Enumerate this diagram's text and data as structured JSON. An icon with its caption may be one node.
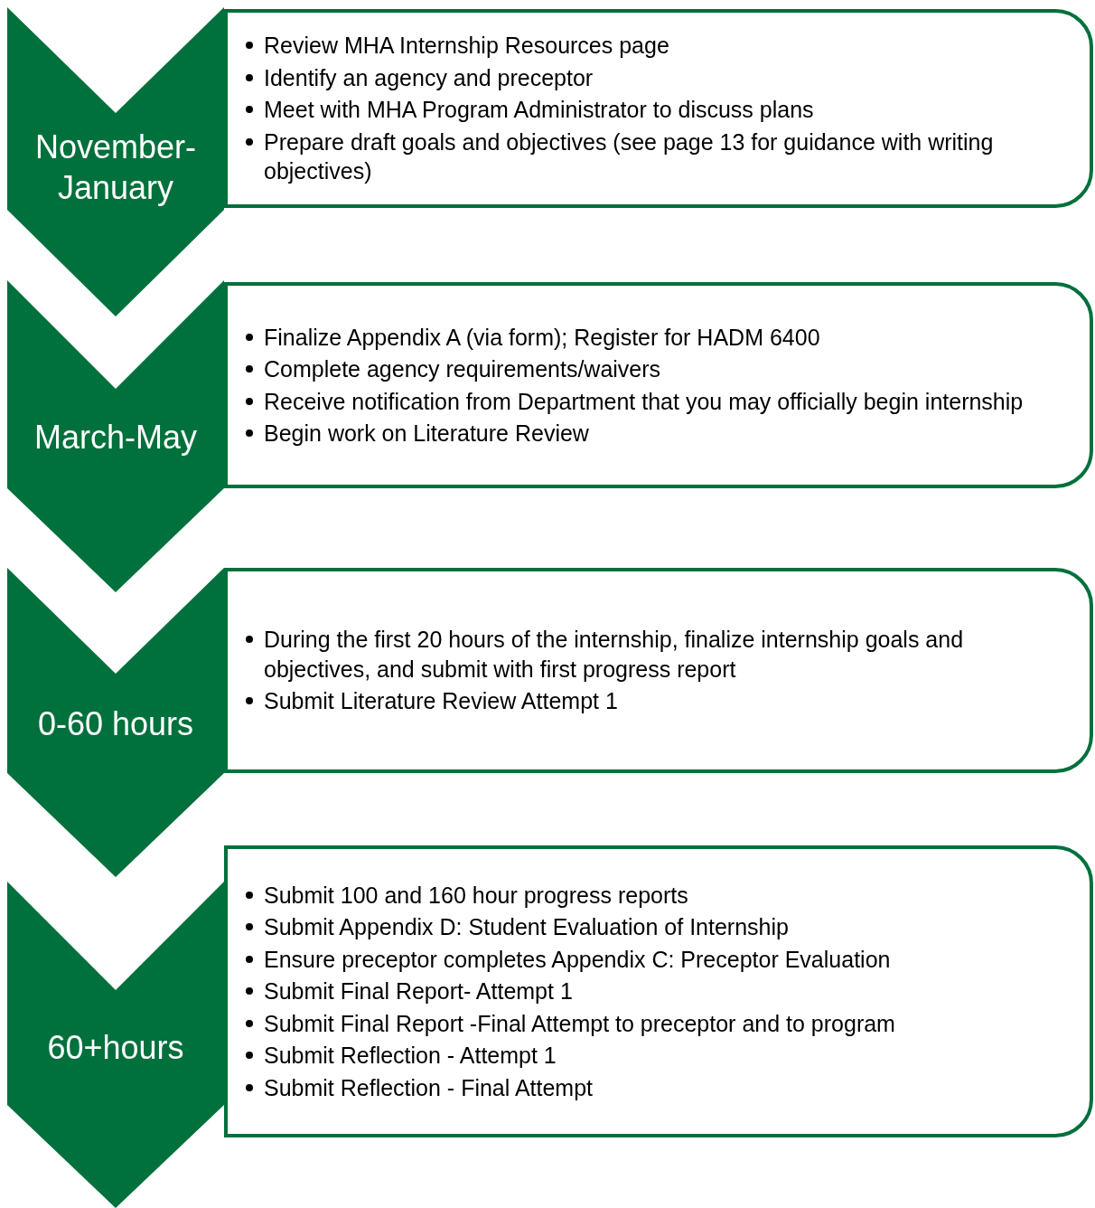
{
  "diagram": {
    "nodes": [
      {
        "text": [
          "November-January"
        ]
      },
      {
        "text": [
          "Review MHA Internship Resources page",
          "Identify an agency and preceptor",
          "Meet with MHA Program Administrator to discuss plans",
          "Prepare draft goals and objectives (see page 13 for guidance with writing objectives)"
        ]
      },
      {
        "text": [
          "March-May"
        ]
      },
      {
        "text": [
          "Finalize Appendix A (via form); Register for HADM 6400",
          "Complete agency requirements/waivers",
          "Receive notification from Department that you may officially begin internship",
          "Begin work on Literature Review"
        ]
      },
      {
        "text": [
          "0-60 hours"
        ]
      },
      {
        "text": [
          "During the first 20 hours of the internship, finalize internship goals and objectives, and submit with first progress report",
          "Submit Literature Review Attempt 1"
        ]
      },
      {
        "text": [
          "60+hours"
        ]
      },
      {
        "text": [
          "Submit 100 and 160 hour progress reports",
          "Submit Appendix D:  Student Evaluation of Internship",
          "Ensure preceptor completes Appendix C:  Preceptor Evaluation",
          "Submit Final Report- Attempt 1",
          "Submit Final Report -Final Attempt to preceptor and to program",
          "Submit Reflection - Attempt 1",
          "Submit Reflection - Final Attempt"
        ]
      }
    ]
  }
}
